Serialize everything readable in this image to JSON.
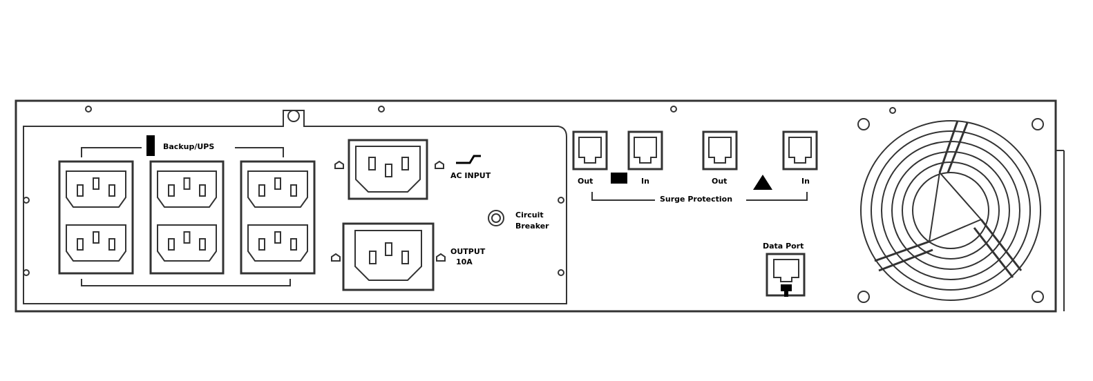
{
  "labels": {
    "outlet_group": "Backup/UPS",
    "ac_input": "AC INPUT",
    "circuit_breaker_line1": "Circuit",
    "circuit_breaker_line2": "Breaker",
    "output_line1": "OUTPUT",
    "output_line2": "10A",
    "phone_out": "Out",
    "phone_in": "In",
    "network_out": "Out",
    "network_in": "In",
    "surge_protection": "Surge Protection",
    "data_port": "Data Port"
  },
  "icons": [
    "battery-icon",
    "power-plug-icon",
    "phone-icon",
    "network-icon",
    "usb-icon",
    "fan-grille"
  ],
  "colors": {
    "line": "#333333",
    "background": "#ffffff"
  }
}
